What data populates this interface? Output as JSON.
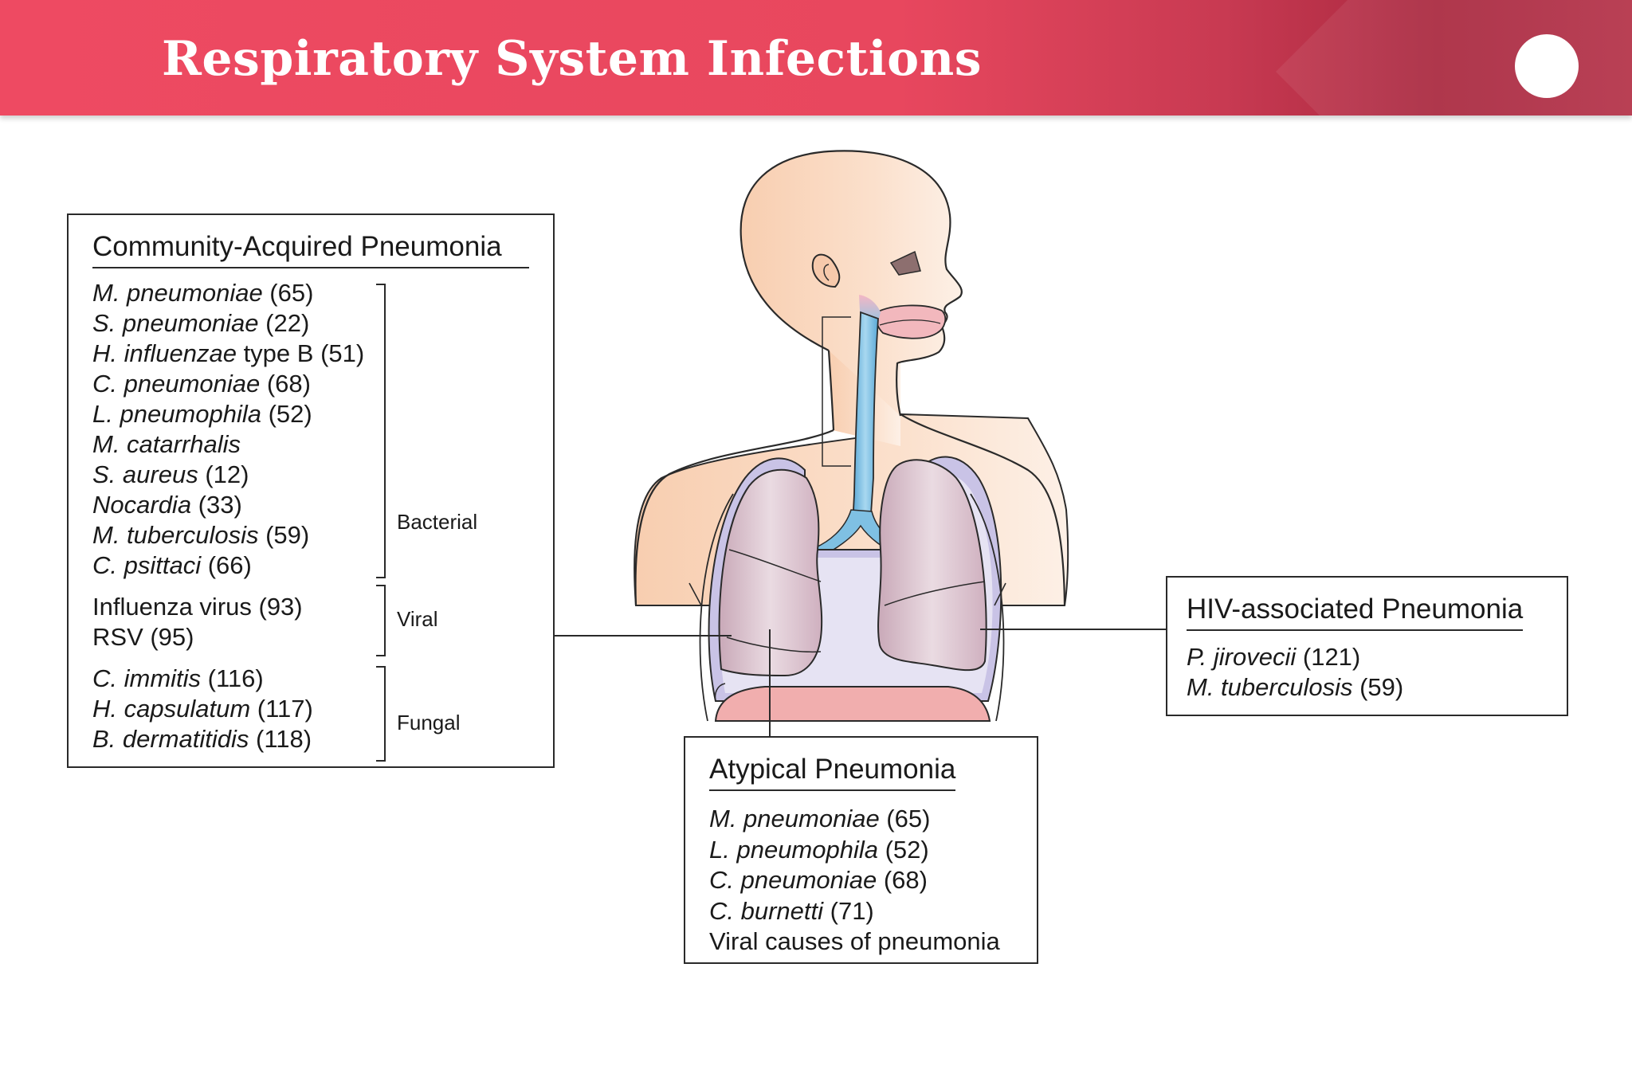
{
  "header": {
    "title": "Respiratory System Infections"
  },
  "community_box": {
    "title": "Community-Acquired Pneumonia",
    "entries": [
      {
        "species": "M. pneumoniae",
        "rest": " (65)"
      },
      {
        "species": "S. pneumoniae",
        "rest": " (22)"
      },
      {
        "species": "H. influenzae",
        "rest": " type B (51)"
      },
      {
        "species": "C. pneumoniae",
        "rest": " (68)"
      },
      {
        "species": "L. pneumophila",
        "rest": " (52)"
      },
      {
        "species": "M. catarrhalis",
        "rest": ""
      },
      {
        "species": "S. aureus",
        "rest": " (12)"
      },
      {
        "species": "Nocardia",
        "rest": " (33)"
      },
      {
        "species": "M. tuberculosis",
        "rest": " (59)"
      },
      {
        "species": "C. psittaci",
        "rest": " (66)"
      },
      {
        "species": "",
        "rest": "Influenza virus (93)"
      },
      {
        "species": "",
        "rest": "RSV (95)"
      },
      {
        "species": "C. immitis",
        "rest": " (116)"
      },
      {
        "species": "H. capsulatum",
        "rest": " (117)"
      },
      {
        "species": "B. dermatitidis",
        "rest": " (118)"
      }
    ],
    "groups": [
      "Bacterial",
      "Viral",
      "Fungal"
    ]
  },
  "atypical_box": {
    "title": "Atypical Pneumonia",
    "entries": [
      {
        "species": "M. pneumoniae",
        "rest": " (65)"
      },
      {
        "species": "L. pneumophila",
        "rest": " (52)"
      },
      {
        "species": "C. pneumoniae",
        "rest": " (68)"
      },
      {
        "species": "C. burnetti",
        "rest": " (71)"
      },
      {
        "species": "",
        "rest": "Viral causes of pneumonia"
      }
    ]
  },
  "hiv_box": {
    "title": "HIV-associated Pneumonia",
    "entries": [
      {
        "species": "P. jirovecii",
        "rest": " (121)"
      },
      {
        "species": "M. tuberculosis",
        "rest": " (59)"
      }
    ]
  },
  "colors": {
    "header": "#e8475e",
    "skin": "#f8d2b6",
    "trachea": "#7fc0e3",
    "lung": "#dcc3cf",
    "pleura": "#c8c2e6",
    "diaphragm": "#ee9a9a"
  }
}
